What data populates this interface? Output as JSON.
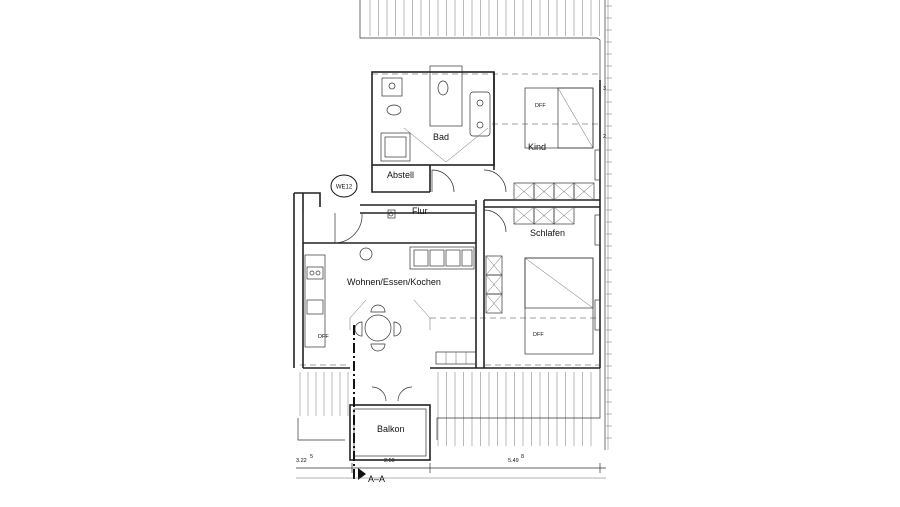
{
  "plan": {
    "unit_tag": "WE12",
    "rooms": {
      "bad": "Bad",
      "kind": "Kind",
      "abstell": "Abstell",
      "flur": "Flur",
      "schlafen": "Schlafen",
      "wohnen": "Wohnen/Essen/Kochen",
      "balkon": "Balkon"
    },
    "dff_labels": [
      "DFF",
      "DFF",
      "DFF"
    ],
    "dimensions": {
      "left": "3.22",
      "left_sup": "5",
      "balcony": "2.50",
      "right": "5.49",
      "right_sup": "8"
    },
    "section_marker": "A–A",
    "side_marks": [
      "2",
      "3"
    ]
  }
}
